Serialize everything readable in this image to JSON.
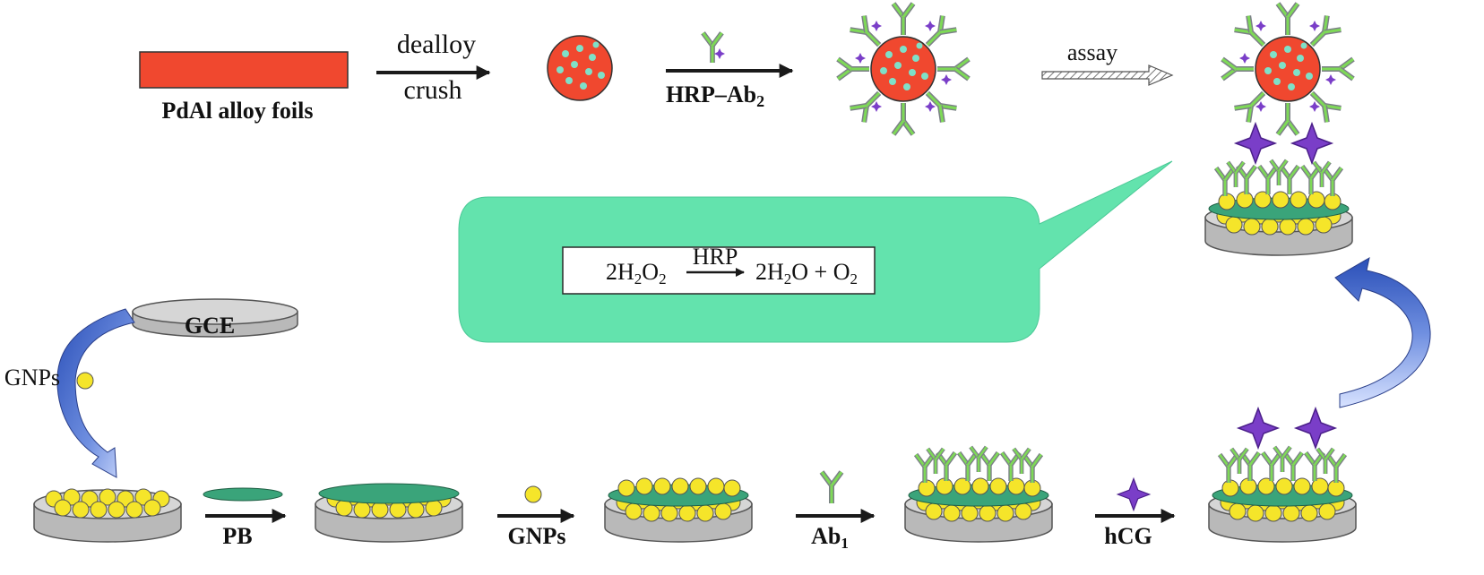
{
  "top_row": {
    "foil_label": "PdAl alloy foils",
    "arrow1_top": "dealloy",
    "arrow1_bottom": "crush",
    "arrow2_label": "HRP–Ab",
    "arrow2_sub": "2",
    "arrow3_label": "assay"
  },
  "reaction": {
    "left_2": "2H",
    "left_sub_h": "2",
    "left_o": "O",
    "left_sub_o": "2",
    "catalyst": "HRP",
    "right_2": "2H",
    "right_sub_h": "2",
    "right_o": "O + O",
    "right_sub_o": "2"
  },
  "bottom_row": {
    "electrode_label": "GCE",
    "curve_label": "GNPs",
    "step_pb": "PB",
    "step_gnps": "GNPs",
    "step_ab1": "Ab",
    "step_ab1_sub": "1",
    "step_hcg": "hCG"
  },
  "colors": {
    "foil_red": "#f0482f",
    "particle_dot": "#7fe0c8",
    "antibody_green": "#7ed957",
    "antibody_gray": "#7b8087",
    "antigen_purple": "#7a3ec8",
    "gnp_yellow": "#f5e52a",
    "pb_film": "#3aa47a",
    "electrode_gray": "#c8c8c8",
    "callout_teal": "#63e3ad",
    "curve_blue": "#3d62c9"
  }
}
